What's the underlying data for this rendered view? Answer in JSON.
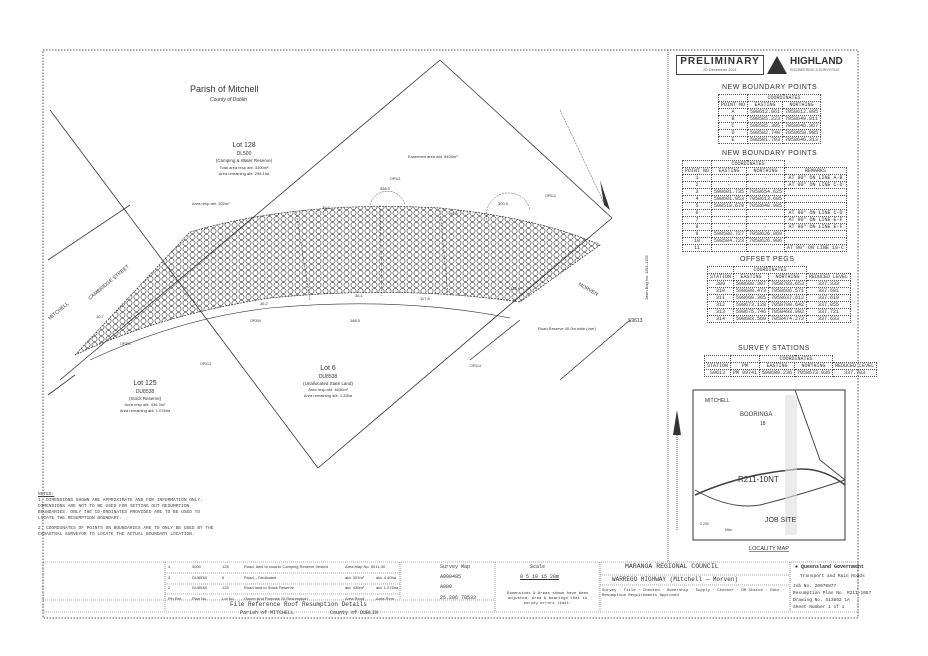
{
  "header": {
    "preliminary": "PRELIMINARY",
    "date": "20 December 2011",
    "brand": "HIGHLAND",
    "brand_sub": "ENGINEERING & SURVEYING"
  },
  "plan": {
    "parish": "Parish of Mitchell",
    "county": "County of Dublin",
    "lot128": {
      "lot": "Lot 128",
      "plan": "DL500",
      "use": "(Camping & Water Reserve)",
      "area1": "Total area resp abt. 3300m²",
      "area2": "Area remaining abt. 298.1ha"
    },
    "lot125": {
      "lot": "Lot 125",
      "plan": "DU8538",
      "use": "(Stock Reserve)",
      "area1": "Area resp abt. 436.3m²",
      "area2": "Area remaining abt. 1.076ha"
    },
    "lot6": {
      "lot": "Lot 6",
      "plan": "DU8538",
      "use": "(Unallocated State Land)",
      "area1": "Area resp abt. 4630m²",
      "area2": "Area remaining abt. 1.33ha"
    },
    "area_small": "Area resp abt. 302m²",
    "easement": "Easement area abt. 5400m²",
    "streets": {
      "mitchell": "MITCHELL",
      "cambridge": "CAMBRIDGE STREET",
      "morven": "MORVEN"
    },
    "road_reserve": "Road Reserve 40.0m wide (varr)",
    "station": "S9613",
    "marks": [
      "OP309",
      "OP310",
      "OP311",
      "OP312",
      "OP313",
      "OP314"
    ],
    "dims": [
      "386.0",
      "300.0",
      "39.6",
      "36.2",
      "95.0",
      "188.0",
      "117.8",
      "133.9",
      "36.1",
      "10.7"
    ],
    "side_note": "Jasm Bag No. 1811-1165"
  },
  "nbp1": {
    "title": "NEW BOUNDARY POINTS",
    "coords": "COORDINATES",
    "headers": [
      "POINT NO",
      "EASTING",
      "NORTHING"
    ],
    "rows": [
      [
        "A",
        "598612.061",
        "7058612.095"
      ],
      [
        "B",
        "598585.223",
        "7058649.811"
      ],
      [
        "C",
        "598585.305",
        "7058646.367"
      ],
      [
        "D",
        "598582.749",
        "7058658.985"
      ],
      [
        "E",
        "598581.703",
        "7058646.313"
      ]
    ]
  },
  "nbp2": {
    "title": "NEW BOUNDARY POINTS",
    "coords": "COORDINATES",
    "headers": [
      "POINT NO",
      "EASTING",
      "NORTHING",
      "REMARKS"
    ],
    "rows": [
      [
        "1",
        "-",
        "-",
        "AT 90° ON LINE A-B"
      ],
      [
        "2",
        "-",
        "-",
        "AT 90° ON LINE C-D"
      ],
      [
        "3",
        "598601.735",
        "7058654.625",
        ""
      ],
      [
        "4",
        "598601.953",
        "7058613.605",
        ""
      ],
      [
        "5",
        "598518.678",
        "7058640.985",
        ""
      ],
      [
        "6",
        "-",
        "-",
        "AT 90° ON LINE C-D"
      ],
      [
        "7",
        "-",
        "-",
        "AT 90° ON LINE E-F"
      ],
      [
        "8",
        "-",
        "-",
        "AT 90° ON LINE E-F"
      ],
      [
        "9",
        "598580.727",
        "7058626.869",
        ""
      ],
      [
        "10",
        "598584.723",
        "7058626.986",
        ""
      ],
      [
        "11",
        "",
        "",
        "AT 90° ON LINE 10-C"
      ]
    ]
  },
  "offset": {
    "title": "OFFSET PEGS",
    "coords": "COORDINATES",
    "headers": [
      "STATION",
      "EASTING",
      "NORTHING",
      "REDUCED LEVEL"
    ],
    "rows": [
      [
        "309",
        "598608.307",
        "7058703.653",
        "337.333"
      ],
      [
        "310",
        "598600.473",
        "7058606.571",
        "337.601"
      ],
      [
        "311",
        "598660.365",
        "7058637.612",
        "337.619"
      ],
      [
        "312",
        "598673.128",
        "7058708.642",
        "337.855"
      ],
      [
        "313",
        "598675.746",
        "7058493.992",
        "337.721"
      ],
      [
        "314",
        "598683.569",
        "7058474.272",
        "337.633"
      ]
    ]
  },
  "stations": {
    "title": "SURVEY STATIONS",
    "coords": "COORDINATES",
    "headers": [
      "STATION",
      "PM",
      "EASTING",
      "NORTHING",
      "REDUCED LEVEL"
    ],
    "rows": [
      [
        "S9613",
        "PM 99741",
        "598680.236",
        "7058673.036",
        "337.703"
      ]
    ]
  },
  "locality": {
    "title": "LOCALITY MAP",
    "town": "MITCHELL",
    "area": "BOORINGA",
    "area_no": "18",
    "road": "R211-10NT",
    "site": "JOB SITE",
    "scale": "0   200",
    "scale_unit": "Mtrs"
  },
  "notes": {
    "title": "NOTES:",
    "items": [
      "1. DIMENSIONS SHOWN ARE APPROXIMATE AND FOR INFORMATION ONLY. DIMENSIONS ARE NOT TO BE USED FOR SETTING OUT RESUMPTION BOUNDARIES. ONLY THE CO-ORDINATES PROVIDED ARE TO BE USED TO LOCATE THE RESUMPTION BOUNDARY.",
      "2. COORDINATES OF POINTS ON BOUNDARIES ARE TO ONLY BE USED BY THE CADASTRAL SURVEYOR TO LOCATE THE ACTUAL BOUNDARY LOCATION."
    ]
  },
  "titleblock": {
    "revisions": [
      [
        "4",
        "3000",
        "128",
        "Road, land to road to Camping Reserve Vested",
        "Area Map No. 5011-30"
      ],
      [
        "3",
        "DU8538",
        "6",
        "Road, - Dedicated",
        "abt. 302m²",
        "abt. 4.40ha"
      ],
      [
        "2",
        "DU8538",
        "125",
        "Road land to Stock Reserve",
        "abt. 436m²",
        "abt. 1.076ha"
      ]
    ],
    "rev_headers": [
      "Pin Ref.",
      "Plan No.",
      "Lot No.",
      "Owner And Purpose Of Resumption",
      "Area Reqd.",
      "Area Rem."
    ],
    "file_ref": "File Reference Roof Resumption Details",
    "parish": "Parish of",
    "parish_val": "MITCHELL",
    "county": "County of",
    "county_val": "DUBLIN",
    "survey_map": "Survey Map",
    "vals": [
      "A000495",
      "A000",
      "25.206 78533"
    ],
    "scale": "Scale",
    "scale_ticks": "0  5  10  15  20m",
    "caution": "Dimensions & Areas shown have been adjusted. Area & bearings that to survey errors limit.",
    "council": "MARANOA REGIONAL COUNCIL",
    "highway": "WARREGO HIGHWAY (Mitchell — Morven)",
    "checks": [
      "Survey",
      "Title",
      "Checked",
      "Ownership",
      "Supply",
      "Checker",
      "DM Status",
      "Date",
      "Resumption Requirements Approved"
    ],
    "qg": "Queensland Government",
    "tmr": "Transport and Main Roads",
    "job": "Job No.",
    "job_val": "20070877",
    "res_no": "Resumption Plan No.",
    "res_val": "R211-1087",
    "drawing": "Drawing No.",
    "drawing_val": "S13892",
    "rev": "1A",
    "sheet": "Sheet Number",
    "sheet_val": "1  of  1"
  }
}
